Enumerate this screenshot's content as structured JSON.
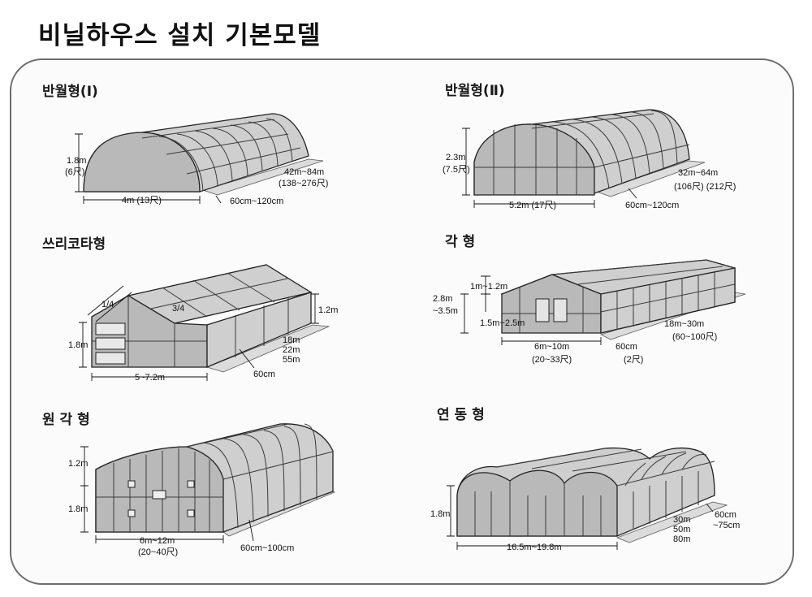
{
  "title": "비닐하우스 설치 기본모델",
  "models": [
    {
      "name": "반월형(Ⅰ)",
      "labels": [
        "1.8m",
        "(6尺)",
        "4m  (13尺)",
        "60cm~120cm",
        "42m~84m",
        "(138~276尺)"
      ]
    },
    {
      "name": "반월형(Ⅱ)",
      "labels": [
        "2.3m",
        "(7.5尺)",
        "5.2m (17尺)",
        "60cm~120cm",
        "32m~64m",
        "(106尺)  (212尺)"
      ]
    },
    {
      "name": "쓰리코타형",
      "labels": [
        "1.8m",
        "5~7.2m",
        "60cm",
        "1.2m",
        "18m",
        "22m",
        "55m",
        "1/4",
        "3/4"
      ]
    },
    {
      "name": "각    형",
      "labels": [
        "2.8m",
        "~3.5m",
        "1m~1.2m",
        "1.5m~2.5m",
        "6m~10m",
        "(20~33尺)",
        "60cm",
        "(2尺)",
        "18m~30m",
        "(60~100尺)"
      ]
    },
    {
      "name": "원  각  형",
      "labels": [
        "1.2m",
        "1.8m",
        "6m~12m",
        "(20~40尺)",
        "60cm~100cm"
      ]
    },
    {
      "name": "연  동  형",
      "labels": [
        "1.8m",
        "16.5m~19.8m",
        "30m",
        "50m",
        "80m",
        "60cm",
        "~75cm"
      ]
    }
  ]
}
